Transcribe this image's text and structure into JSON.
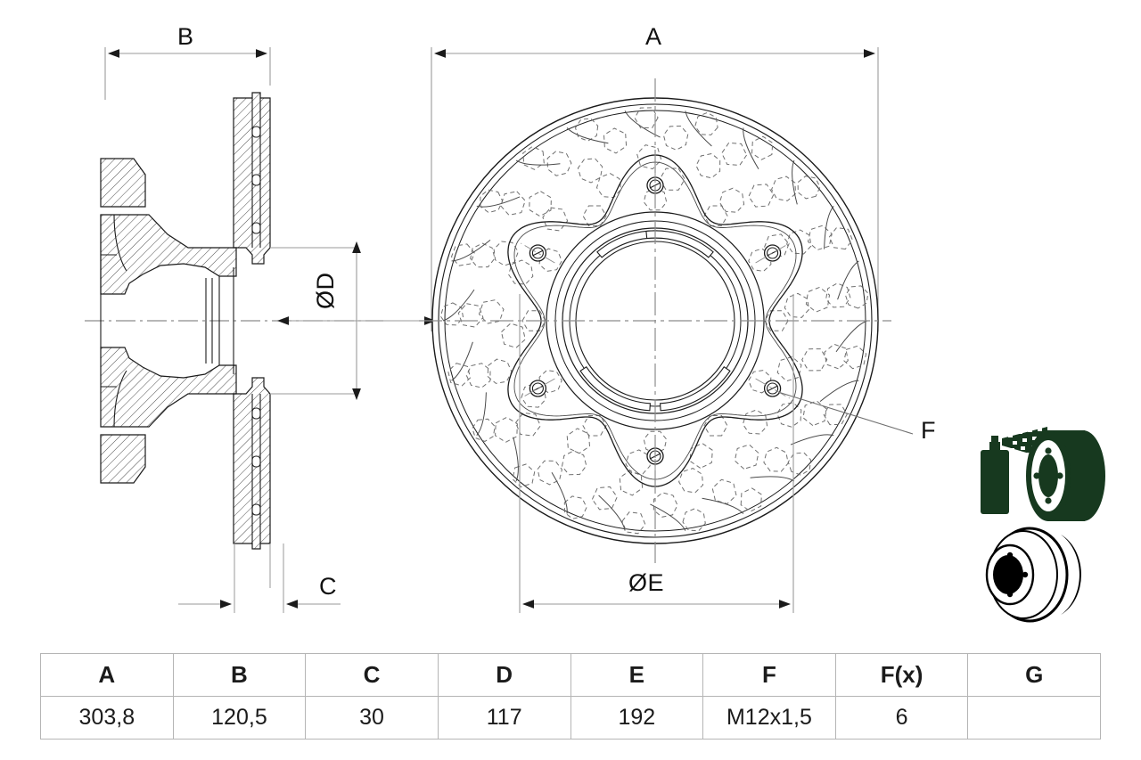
{
  "drawing": {
    "title": "Brake disc technical drawing",
    "views": {
      "section_view": {
        "name": "cross-section-side-view",
        "description": "Hatched cross section of vented brake disc with hub"
      },
      "front_view": {
        "name": "front-face-view",
        "description": "Front face of brake disc showing vanes, hub and bolt holes",
        "bolt_hole_count": 6
      }
    },
    "dimension_labels": {
      "A": "A",
      "B": "B",
      "C": "C",
      "D": "ØD",
      "E": "ØE",
      "F": "F"
    },
    "icons": {
      "coating_icon": "spray-can-coating-disc-icon",
      "disc_icon": "brake-disc-icon"
    },
    "colors": {
      "line": "#1b1b1b",
      "dimension_line": "#9a9a9a",
      "center_line": "#8c8c8c",
      "hatch": "#2e2e2e",
      "icon_green": "#17391f",
      "icon_black": "#000000",
      "table_border": "#b5b5b5"
    }
  },
  "spec_table": {
    "name": "dimensions-table",
    "headers": [
      "A",
      "B",
      "C",
      "D",
      "E",
      "F",
      "F(x)",
      "G"
    ],
    "values": [
      "303,8",
      "120,5",
      "30",
      "117",
      "192",
      "M12x1,5",
      "6",
      ""
    ]
  }
}
